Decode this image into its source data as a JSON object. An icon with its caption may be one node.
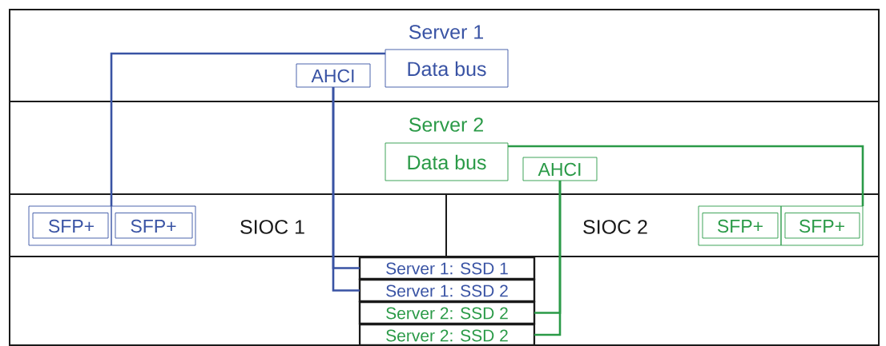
{
  "diagram": {
    "nodes": [
      {
        "text": [
          "Server 1"
        ]
      },
      {
        "text": [
          "Data bus"
        ],
        "in": 0
      },
      {
        "text": [
          "AHCI"
        ],
        "in": 0
      },
      {
        "text": [
          "Server 2"
        ]
      },
      {
        "text": [
          "Data bus"
        ],
        "in": 3
      },
      {
        "text": [
          "AHCI"
        ],
        "in": 3
      },
      {
        "text": [
          "SIOC 1"
        ]
      },
      {
        "text": [
          "SFP+"
        ],
        "in": 6
      },
      {
        "text": [
          "SFP+"
        ],
        "in": 6
      },
      {
        "text": [
          "SIOC 2"
        ]
      },
      {
        "text": [
          "SFP+"
        ],
        "in": 9
      },
      {
        "text": [
          "SFP+"
        ],
        "in": 9
      },
      {
        "text": [],
        "shape": "box"
      },
      {
        "text": [
          "Server 1: SSD 1"
        ],
        "in": 12
      },
      {
        "text": [
          "Server 1: SSD 2"
        ],
        "in": 12
      },
      {
        "text": [
          "Server 2: SSD 2"
        ],
        "in": 12
      },
      {
        "text": [
          "Server 2: SSD 2"
        ],
        "in": 12
      }
    ],
    "edges": [
      {
        "from": 1,
        "to": 7,
        "arrow": "none",
        "color": "#3953a4"
      },
      {
        "from": 2,
        "to": 13,
        "arrow": "none",
        "color": "#3953a4"
      },
      {
        "from": 2,
        "to": 14,
        "arrow": "none",
        "color": "#3953a4"
      },
      {
        "from": 4,
        "to": 11,
        "arrow": "none",
        "color": "#2a9a47"
      },
      {
        "from": 5,
        "to": 15,
        "arrow": "none",
        "color": "#2a9a47"
      },
      {
        "from": 5,
        "to": 16,
        "arrow": "none",
        "color": "#2a9a47"
      }
    ]
  }
}
